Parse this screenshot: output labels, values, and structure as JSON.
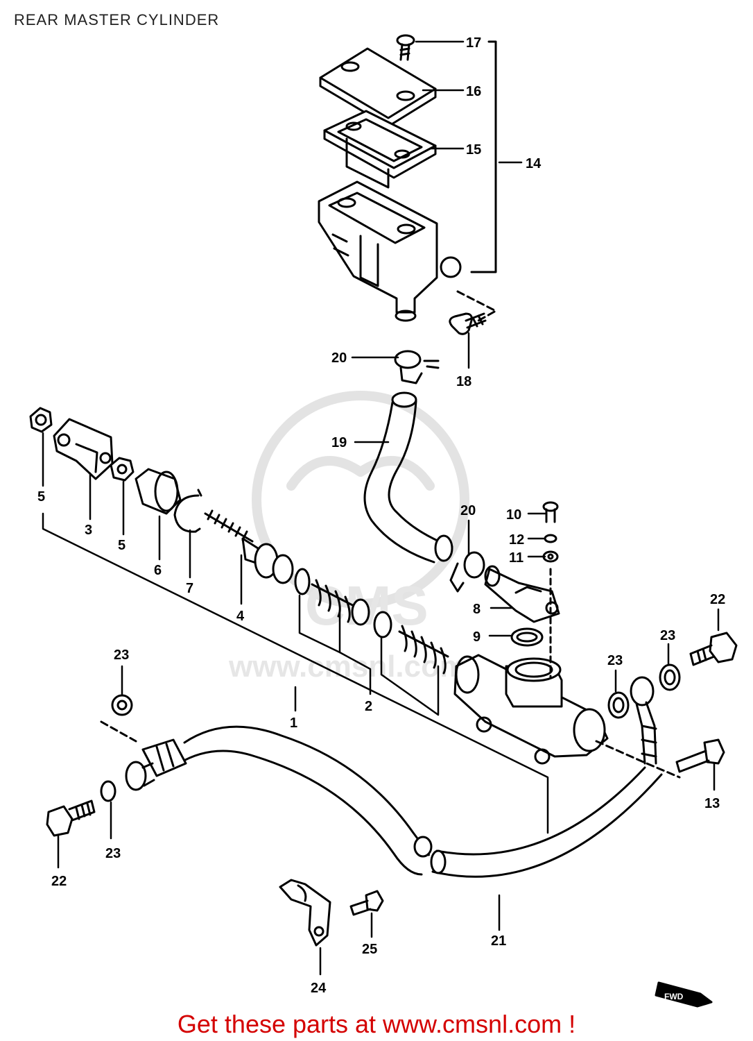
{
  "title": "REAR MASTER CYLINDER",
  "footer": "Get these parts at www.cmsnl.com !",
  "watermark": "CMS",
  "watermark_url": "www.cmsnl.com",
  "fwd_badge": "FWD",
  "colors": {
    "ink": "#000000",
    "footer": "#d40000",
    "watermark": "#e6e6e6"
  },
  "callouts": {
    "c1": "1",
    "c2": "2",
    "c3": "3",
    "c4": "4",
    "c5a": "5",
    "c5b": "5",
    "c6": "6",
    "c7": "7",
    "c8": "8",
    "c9": "9",
    "c10": "10",
    "c11": "11",
    "c12": "12",
    "c13": "13",
    "c14": "14",
    "c15": "15",
    "c16": "16",
    "c17": "17",
    "c18": "18",
    "c19": "19",
    "c20a": "20",
    "c20b": "20",
    "c21": "21",
    "c22a": "22",
    "c22b": "22",
    "c23a": "23",
    "c23b": "23",
    "c23c": "23",
    "c23d": "23",
    "c24": "24",
    "c25": "25"
  }
}
